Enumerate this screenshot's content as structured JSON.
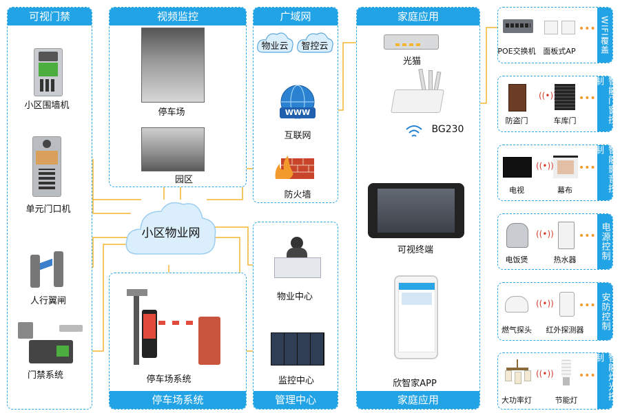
{
  "sections": {
    "access": "可视门禁",
    "video": "视频监控",
    "wan": "广域网",
    "home_top": "家庭应用",
    "home_bottom": "家庭应用",
    "parking": "停车场系统",
    "mgmt": "管理中心",
    "wifi": "WIFI覆盖",
    "door": "智能门窗控制",
    "av": "智能影音控制",
    "power": "电源控制",
    "security": "安防控制",
    "light": "智能灯光控制"
  },
  "labels": {
    "wall_unit": "小区围墙机",
    "door_unit": "单元门口机",
    "turnstile": "人行翼闸",
    "access_sys": "门禁系统",
    "parking_lot": "停车场",
    "park_area": "园区",
    "cloud_property": "物业云",
    "cloud_smart": "智控云",
    "internet": "互联网",
    "firewall": "防火墙",
    "community_net": "小区物业网",
    "parking_sys": "停车场系统",
    "property_center": "物业中心",
    "monitor_center": "监控中心",
    "modem": "光猫",
    "router": "BG230",
    "terminal": "可视终端",
    "app": "欣智家APP",
    "poe": "POE交换机",
    "panel_ap": "面板式AP",
    "anti_theft_door": "防盗门",
    "garage_door": "车库门",
    "tv": "电视",
    "screen": "幕布",
    "rice_cooker": "电饭煲",
    "water_heater": "热水器",
    "gas_detector": "燃气探头",
    "ir_detector": "红外探测器",
    "high_power_lamp": "大功率灯",
    "saving_lamp": "节能灯",
    "www": "WWW"
  },
  "colors": {
    "accent": "#22a3e5",
    "line": "#f2b632",
    "cloud": "#dbeefb"
  }
}
